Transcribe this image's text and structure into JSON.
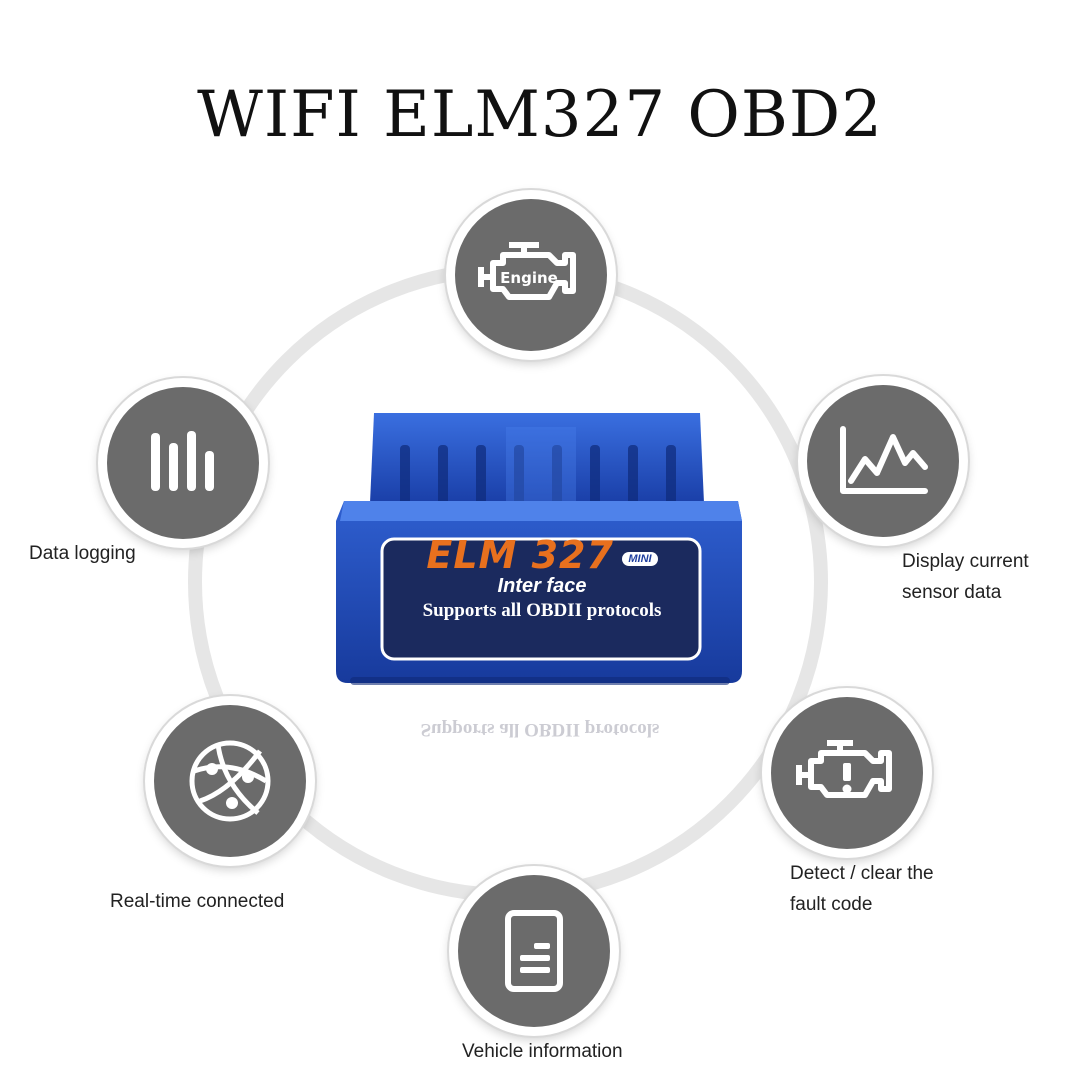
{
  "title": "WIFI ELM327 OBD2",
  "device": {
    "brand": "ELM 327",
    "badge": "MINI",
    "line1": "Inter face",
    "line2": "Supports all OBDII protocols"
  },
  "features": [
    {
      "id": "engine",
      "icon": "engine-icon",
      "engine_text": "Engine",
      "label": ""
    },
    {
      "id": "data-logging",
      "icon": "bar-chart-icon",
      "label": "Data logging"
    },
    {
      "id": "sensor",
      "icon": "line-chart-icon",
      "label_lines": [
        "Display current",
        "sensor data"
      ]
    },
    {
      "id": "realtime",
      "icon": "globe-network-icon",
      "label": "Real-time connected"
    },
    {
      "id": "fault",
      "icon": "engine-warning-icon",
      "label_lines": [
        "Detect / clear the",
        "fault code"
      ]
    },
    {
      "id": "vehicle-info",
      "icon": "document-icon",
      "label": "Vehicle information"
    }
  ],
  "colors": {
    "badge_gray": "#6b6b6b",
    "device_blue": "#1f4fbf",
    "brand_orange": "#e8701e"
  }
}
